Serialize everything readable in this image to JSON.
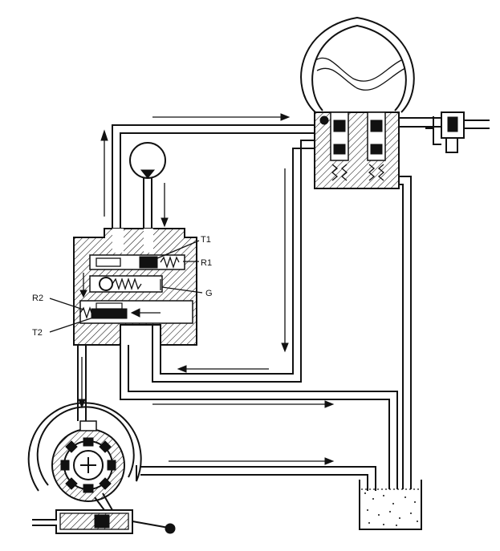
{
  "labels": {
    "t1": "T1",
    "r1": "R1",
    "g": "G",
    "r2": "R2",
    "t2": "T2"
  },
  "colors": {
    "ink": "#111111",
    "paper": "#ffffff"
  }
}
